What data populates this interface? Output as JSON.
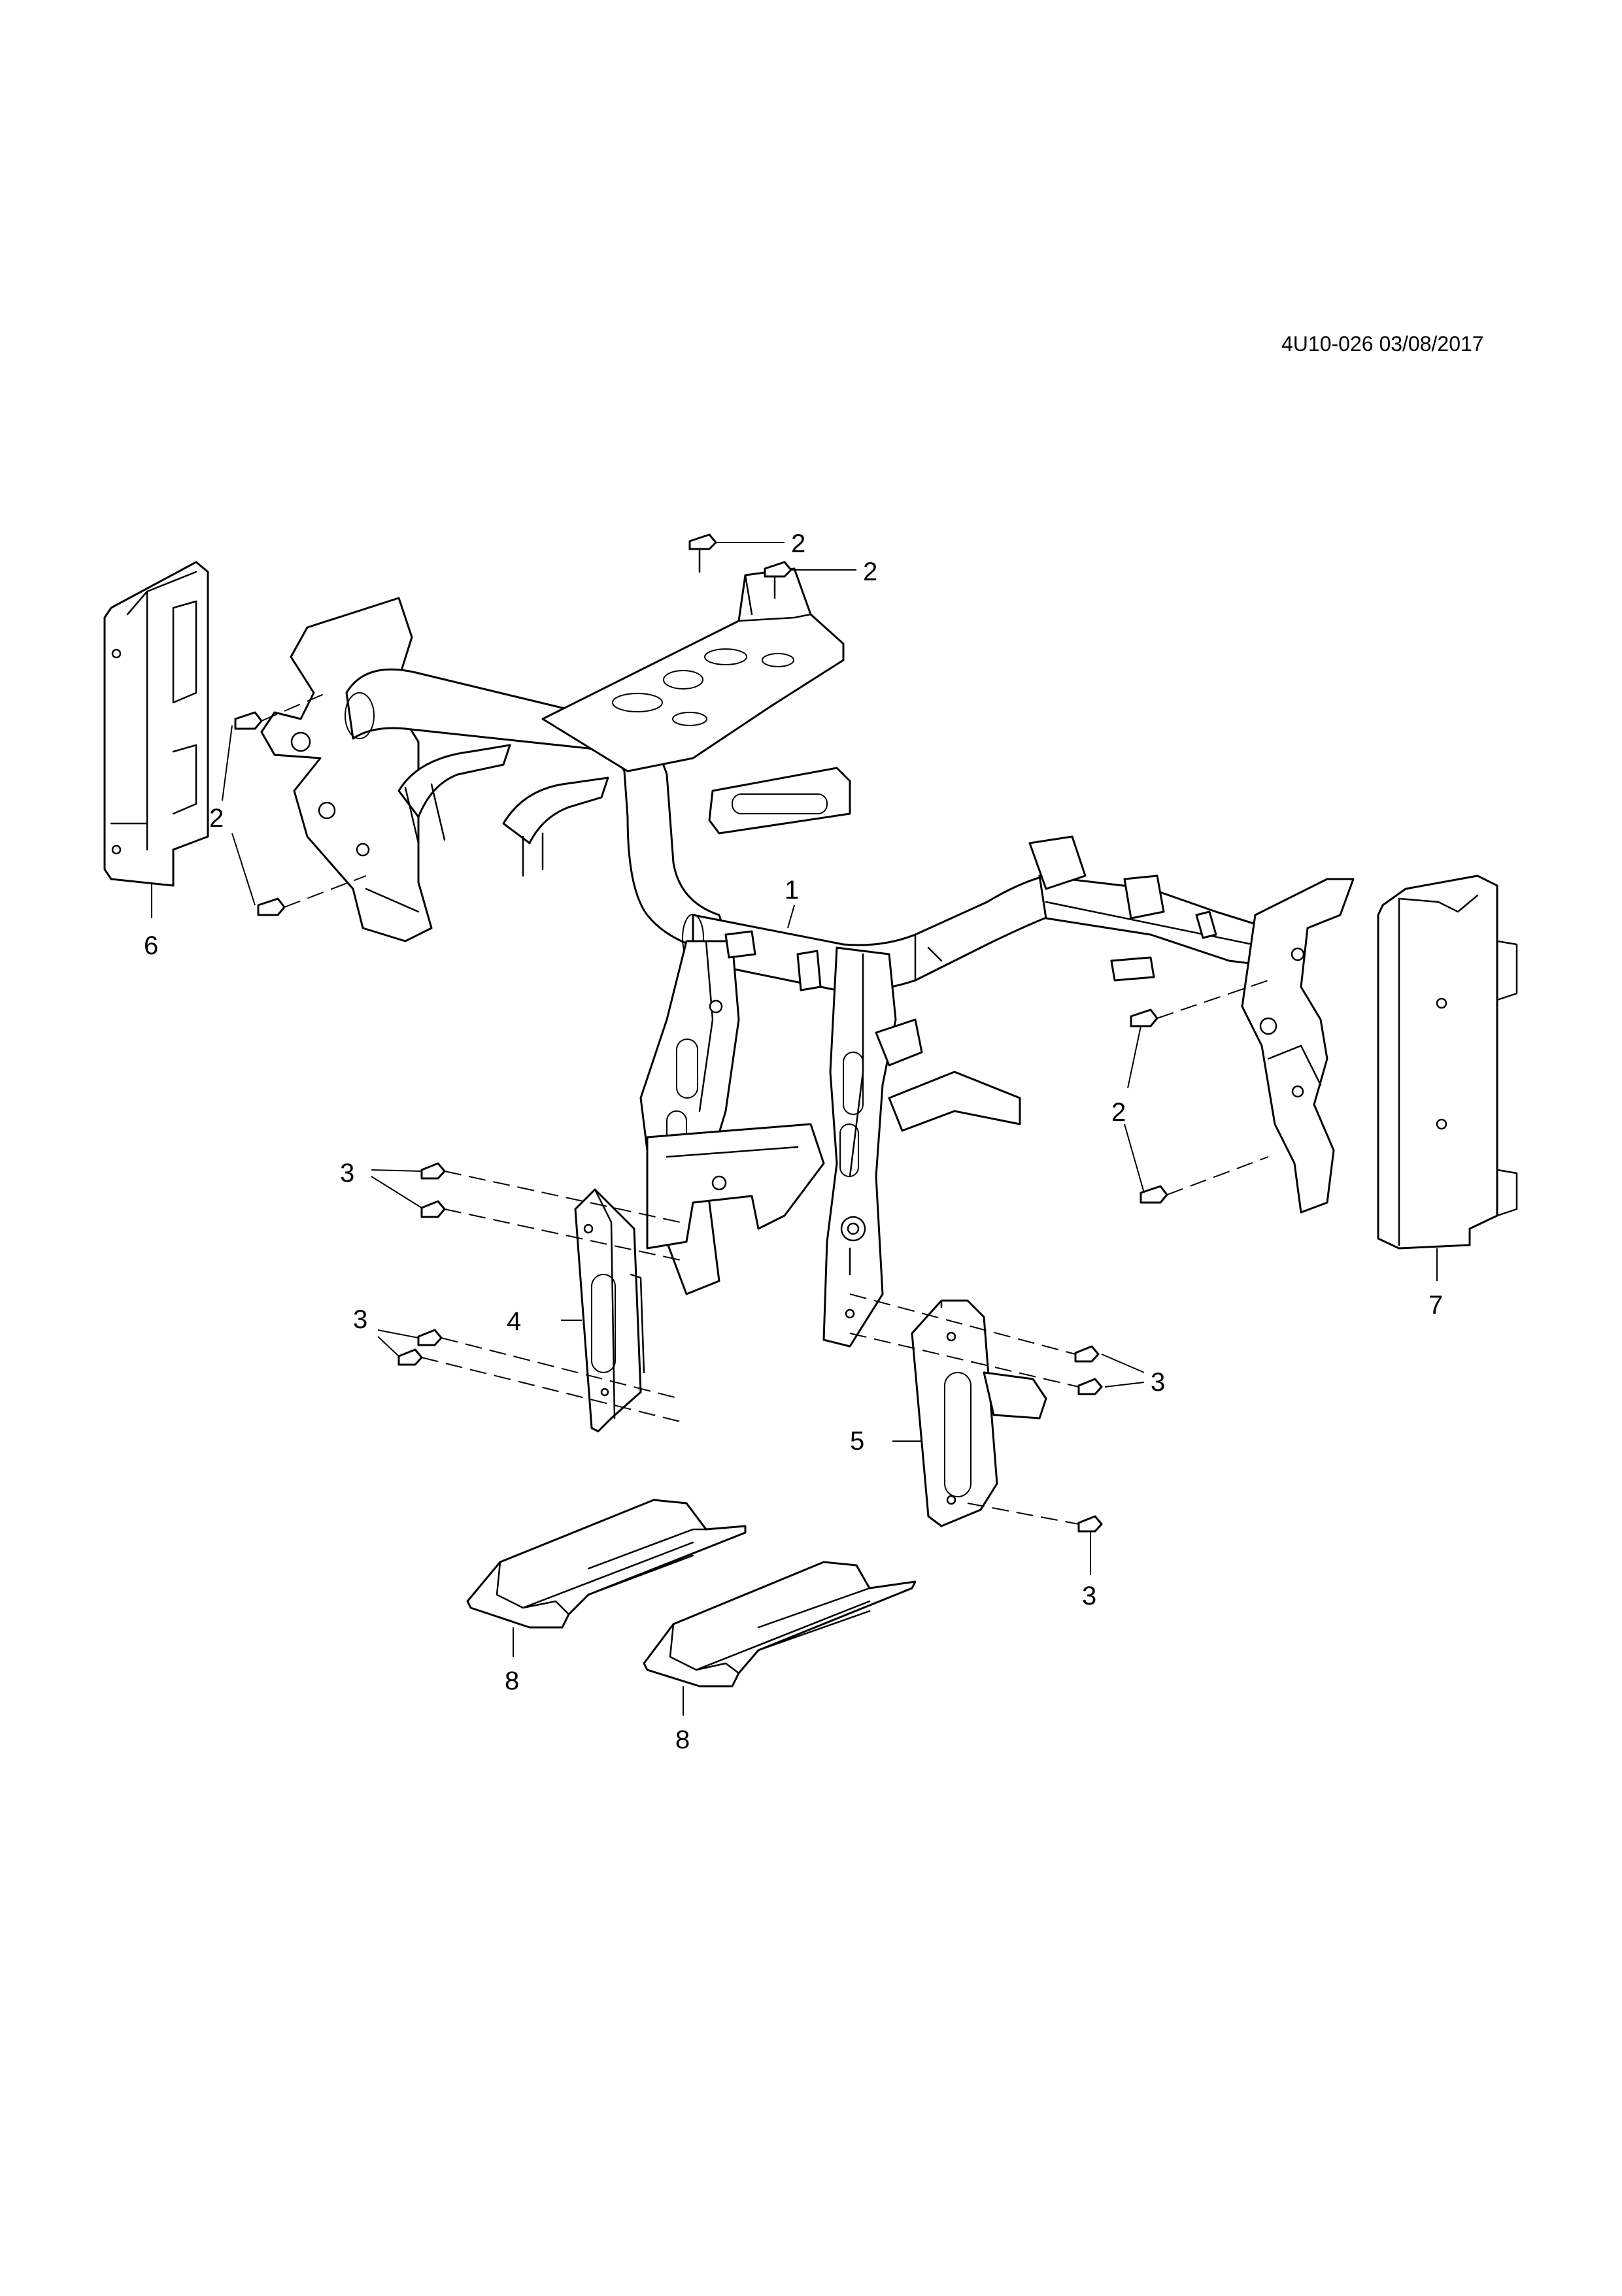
{
  "document": {
    "reference": "4U10-026 03/08/2017"
  },
  "callouts": {
    "c1": "1",
    "c2a": "2",
    "c2b": "2",
    "c2c": "2",
    "c2d": "2",
    "c3a": "3",
    "c3b": "3",
    "c3c": "3",
    "c3d": "3",
    "c4": "4",
    "c5": "5",
    "c6": "6",
    "c7": "7",
    "c8a": "8",
    "c8b": "8"
  }
}
